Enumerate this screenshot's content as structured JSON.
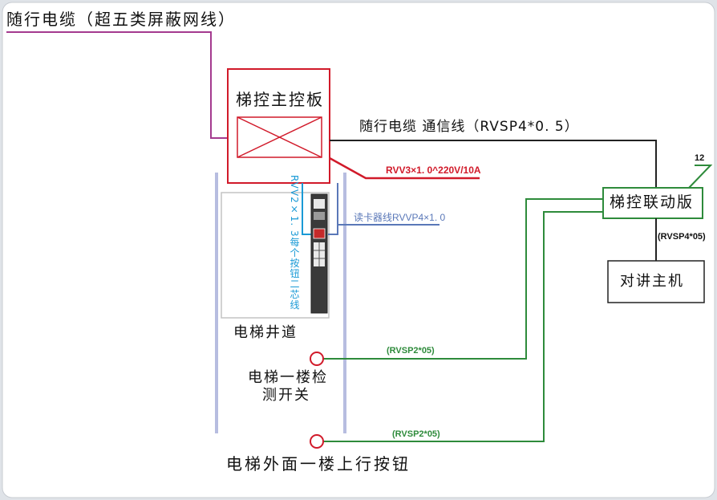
{
  "labels": {
    "traveling_cable_cat5": "随行电缆（超五类屏蔽网线）",
    "main_board": "梯控主控板",
    "traveling_cable_comm": "随行电缆 通信线（RVSP4*0. 5）",
    "power_cable": "RVV3×1. 0^220V/10A",
    "card_reader_line": "读卡器线RVVP4×1. 0",
    "button_wire": "RVV2×1. 3每个按钮二芯线",
    "linkage_board": "梯控联动版",
    "linkage_count": "12",
    "intercom_cable": "(RVSP4*05)",
    "intercom_host": "对讲主机",
    "elevator_shaft": "电梯井道",
    "first_floor_switch_line1": "电梯一楼检",
    "first_floor_switch_line2": "测开关",
    "switch_cable": "(RVSP2*05)",
    "button_cable": "(RVSP2*05)",
    "outside_button": "电梯外面一楼上行按钮"
  },
  "colors": {
    "background": "#dfe3e8",
    "card": "#ffffff",
    "red": "#d11a2a",
    "green": "#2e8b3b",
    "magenta": "#a43a8f",
    "blue": "#5a78b8",
    "shaft": "#b7bde0"
  }
}
